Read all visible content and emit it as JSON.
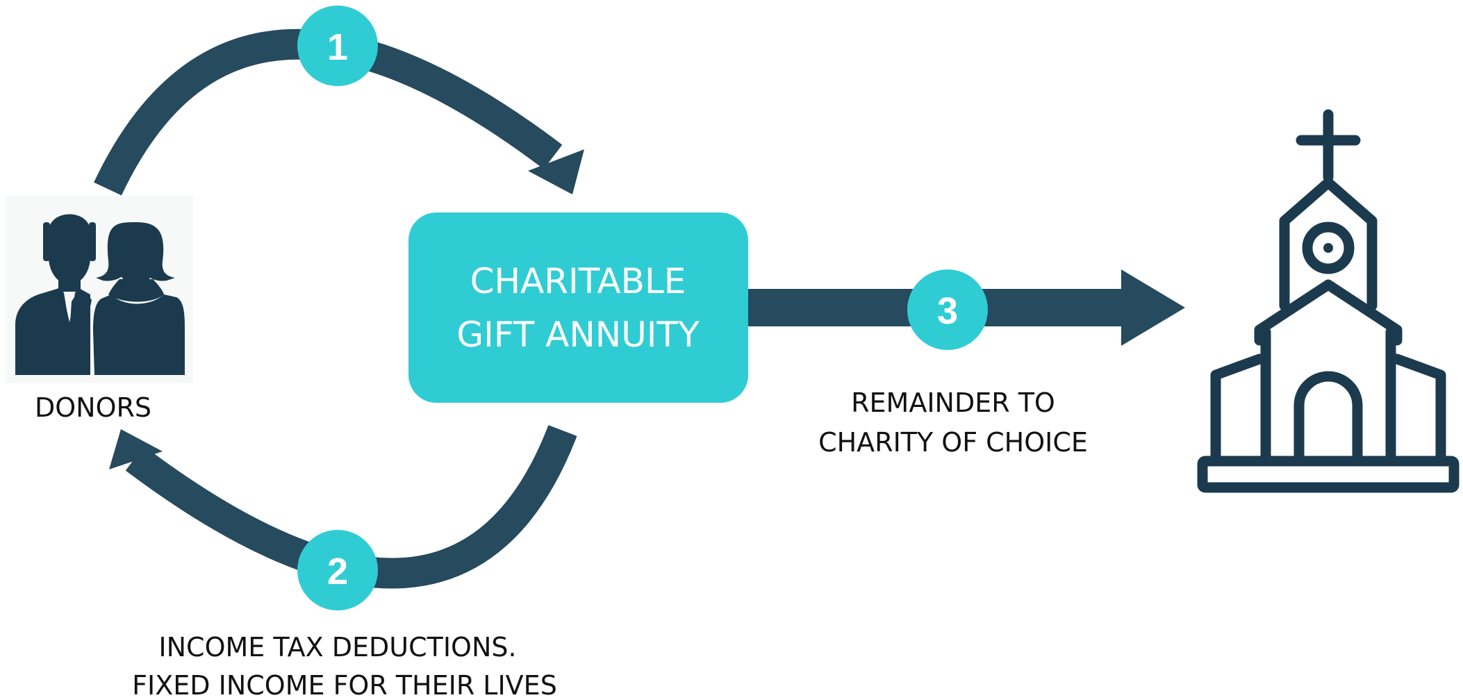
{
  "colors": {
    "navy": "#264a5e",
    "teal": "#30ccd4",
    "text": "#111111",
    "white": "#ffffff"
  },
  "donors": {
    "label": "DONORS",
    "icon": "donors-couple-icon"
  },
  "center_box": {
    "line1": "CHARITABLE",
    "line2": "GIFT ANNUITY"
  },
  "steps": [
    {
      "number": "1"
    },
    {
      "number": "2",
      "caption_line1": "INCOME TAX DEDUCTIONS.",
      "caption_line2": "FIXED INCOME FOR THEIR LIVES"
    },
    {
      "number": "3",
      "caption_line1": "REMAINDER TO",
      "caption_line2": "CHARITY OF CHOICE"
    }
  ],
  "charity": {
    "icon": "church-icon"
  }
}
